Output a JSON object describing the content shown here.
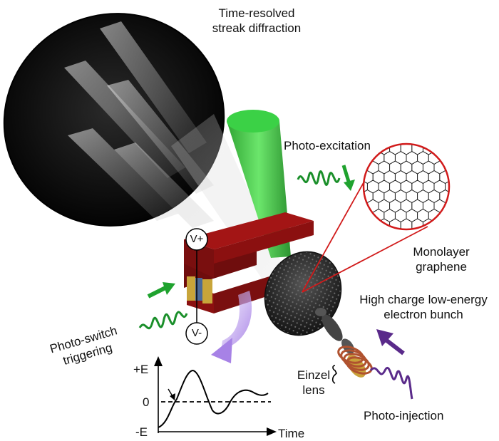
{
  "labels": {
    "streak_line1": "Time-resolved",
    "streak_line2": "streak diffraction",
    "photo_excitation": "Photo-excitation",
    "monolayer_line1": "Monolayer",
    "monolayer_line2": "graphene",
    "bunch_line1": "High charge low-energy",
    "bunch_line2": "electron bunch",
    "switch_line1": "Photo-switch",
    "switch_line2": "triggering",
    "vplus": "V+",
    "vminus": "V-",
    "einzel_line1": "Einzel",
    "einzel_line2": "lens",
    "photo_injection": "Photo-injection"
  },
  "plot": {
    "y_top": "+E",
    "y_zero": "0",
    "y_bottom": "-E",
    "x_label": "Time"
  },
  "colors": {
    "screen": "#0a0a0a",
    "laser_green": "#35c63a",
    "arrow_green": "#1a8f2a",
    "plate_red": "#8b1010",
    "magnify_red": "#d11a1a",
    "injection_purple": "#5a2a8a",
    "curved_arrow": "#b79be8",
    "coil": "#b0522f",
    "graphene_dark": "#2a2a2a"
  }
}
